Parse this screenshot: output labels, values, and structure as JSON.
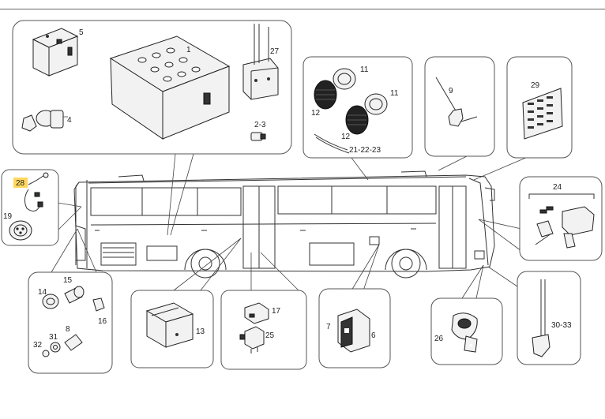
{
  "labels": {
    "battery": "1",
    "switch": "2-3",
    "relay": "5",
    "key_switch": "4",
    "terminal_block": "27",
    "speaker_a": "11",
    "speaker_b": "11",
    "grille_a": "12",
    "grille_b": "12",
    "speaker_cable": "21-22-23",
    "antenna": "9",
    "grille_panel": "29",
    "wiring": "28",
    "socket": "19",
    "sockets_kit": "24",
    "plug_14": "14",
    "plug_15": "15",
    "plug_16": "16",
    "connector_8": "8",
    "nut_32": "32",
    "nut_31": "31",
    "control_unit": "13",
    "relay_17": "17",
    "relay_25": "25",
    "switch_7": "7",
    "switch_6": "6",
    "horn": "26",
    "rod": "30-33"
  },
  "highlight_color": "#ffd75e"
}
